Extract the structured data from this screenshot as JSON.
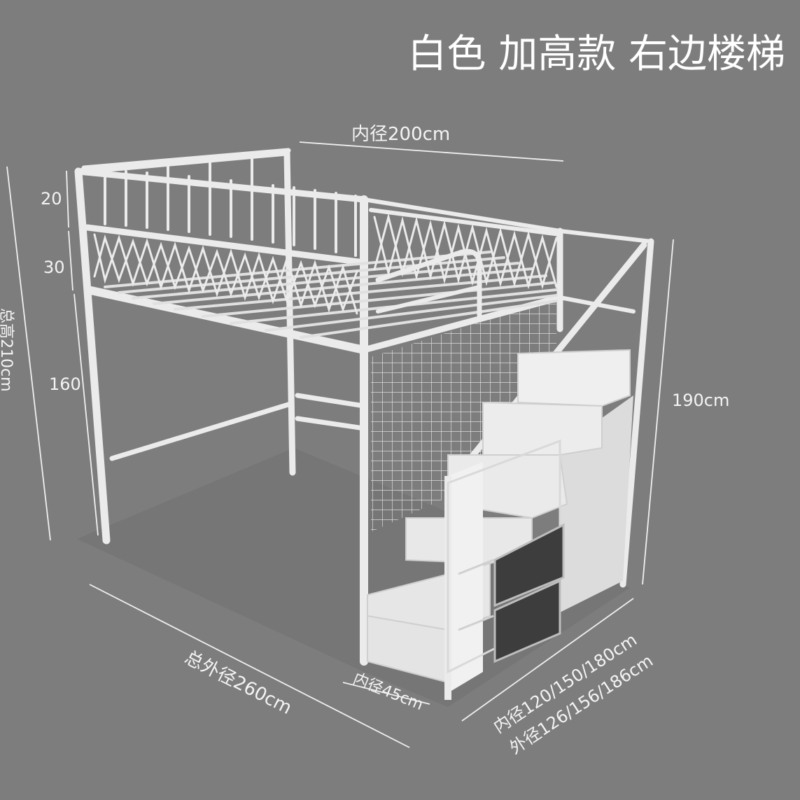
{
  "title": "白色  加高款  右边楼梯",
  "labels": {
    "inner_length": "内径200cm",
    "rail_height": "20",
    "guard_height": "30",
    "clearance": "160",
    "total_height": "总高210cm",
    "stair_height": "190cm",
    "total_outer_length": "总外径260cm",
    "stair_depth": "内径45cm",
    "inner_widths": "内径120/150/180cm",
    "outer_widths": "外径126/156/186cm"
  },
  "colors": {
    "background": "#7d7d7d",
    "frame": "#ebebeb",
    "drawer": "#3d3d3d"
  }
}
